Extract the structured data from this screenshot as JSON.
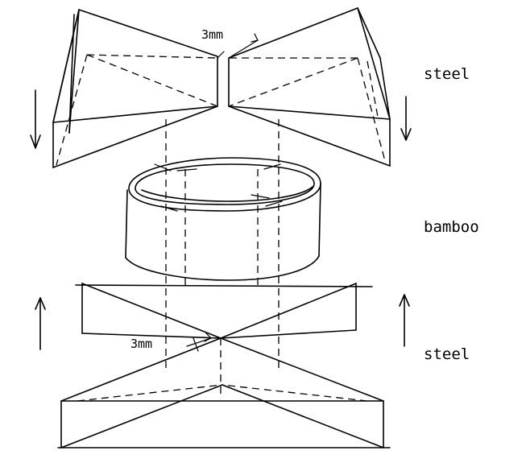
{
  "labels": {
    "top_material": "steel",
    "middle_material": "bamboo",
    "bottom_material": "steel"
  },
  "dimensions": {
    "top_gap": "3mm",
    "bottom_gap": "3mm"
  }
}
